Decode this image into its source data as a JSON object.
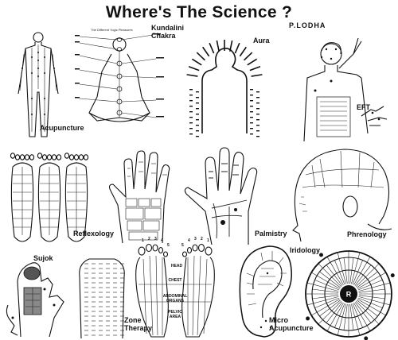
{
  "title": "Where's The Science ?",
  "author": "P.LODHA",
  "panels": {
    "acupuncture": "Acupuncture",
    "kundalini": "Kundalini\nChakra",
    "aura": "Aura",
    "eft": "EFT",
    "reflexology": "Reflexology",
    "palmistry": "Palmistry",
    "phrenology": "Phrenology",
    "sujok": "Sujok",
    "zone_therapy": "Zone\nTherapy",
    "micro_acupuncture": "Micro\nAcupuncture",
    "iridology": "Iridology"
  },
  "zone_labels": {
    "head": "HEAD",
    "chest": "CHEST",
    "abdominal": "ABDOMINAL",
    "organs": "ORGANS",
    "pelvic": "PELVIC",
    "area": "AREA"
  },
  "zone_numbers": [
    "1",
    "2",
    "3",
    "4",
    "5"
  ],
  "iris_center": "R",
  "chakra_heading": "The Different Yogic Pleasures"
}
